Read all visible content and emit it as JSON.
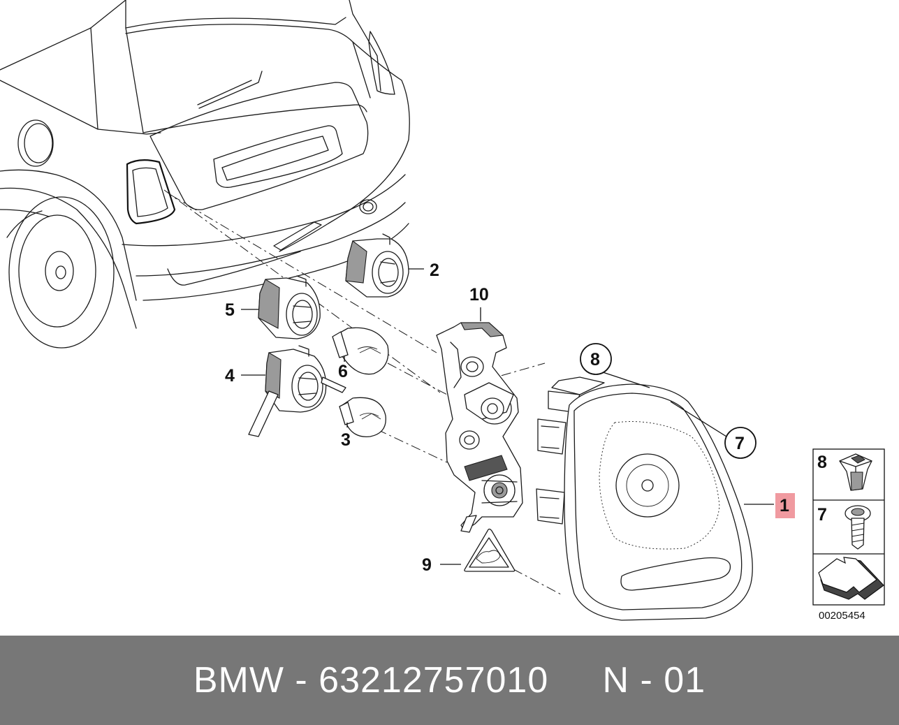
{
  "diagram": {
    "callouts": {
      "c1": "1",
      "c2": "2",
      "c3": "3",
      "c4": "4",
      "c5": "5",
      "c6": "6",
      "c7": "7",
      "c8": "8",
      "c9": "9",
      "c10": "10"
    },
    "legend": {
      "item_8": "8",
      "item_7": "7",
      "reference_code": "00205454"
    },
    "highlight_color": "#f09aa0",
    "icons": [
      "car-rear-illustration",
      "tail-light-assembly",
      "bulb-holder",
      "bulb",
      "bulb-carrier",
      "warning-triangle",
      "expanding-nut-icon",
      "screw-icon",
      "arrow-icon"
    ]
  },
  "footer": {
    "brand": "BMW",
    "separator": " - ",
    "part_number": "63212757010",
    "spacer": "     ",
    "position_code": "N - 01",
    "background": "#777777"
  }
}
